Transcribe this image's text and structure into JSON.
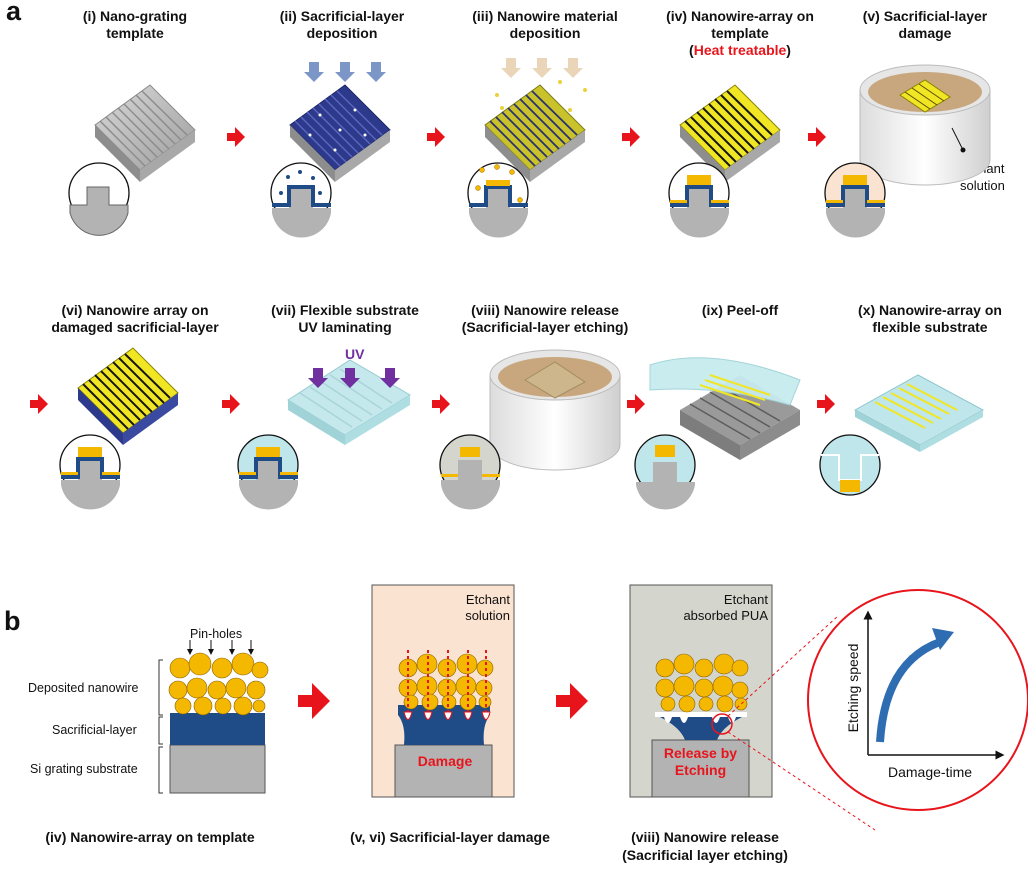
{
  "panel_a": {
    "letter": "a",
    "steps": [
      {
        "line1": "(i) Nano-grating",
        "line2": "template"
      },
      {
        "line1": "(ii) Sacrificial-layer",
        "line2": "deposition"
      },
      {
        "line1": "(iii) Nanowire material",
        "line2": "deposition"
      },
      {
        "line1": "(iv) Nanowire-array on",
        "line2": "template",
        "line3": "Heat treatable"
      },
      {
        "line1": "(v) Sacrificial-layer",
        "line2": "damage"
      },
      {
        "line1": "(vi) Nanowire array on",
        "line2": "damaged sacrificial-layer"
      },
      {
        "line1": "(vii) Flexible substrate",
        "line2": "UV laminating"
      },
      {
        "line1": "(viii) Nanowire release",
        "line2": "(Sacrificial-layer etching)"
      },
      {
        "line1": "(ix) Peel-off"
      },
      {
        "line1": "(x) Nanowire-array on",
        "line2": "flexible substrate"
      }
    ],
    "uv_label": "UV",
    "etchant_line1": "Etchant",
    "etchant_line2": "solution"
  },
  "panel_b": {
    "letter": "b",
    "pinholes_label": "Pin-holes",
    "layer_labels": [
      "Deposited nanowire",
      "Sacrificial-layer",
      "Si grating substrate"
    ],
    "mid_note_line1": "Etchant",
    "mid_note_line2": "solution",
    "damage_label": "Damage",
    "right_note_line1": "Etchant",
    "right_note_line2": "absorbed PUA",
    "release_line1": "Release by",
    "release_line2": "Etching",
    "inset_ylabel": "Etching speed",
    "inset_xlabel": "Damage-time",
    "captions": [
      {
        "line1": "(iv) Nanowire-array on template"
      },
      {
        "line1": "(v, vi) Sacrificial-layer damage"
      },
      {
        "line1": "(viii) Nanowire release",
        "line2": "(Sacrificial layer etching)"
      }
    ]
  },
  "colors": {
    "nanowire_yellow": "#f5b800",
    "sacrificial_blue": "#1f4b86",
    "silicon_gray": "#b3b3b3",
    "arrow_red": "#e8141c",
    "etchant_bg": "#fbe3d2",
    "pua_bg": "#d4d5cc",
    "uv_purple": "#7030a0"
  }
}
